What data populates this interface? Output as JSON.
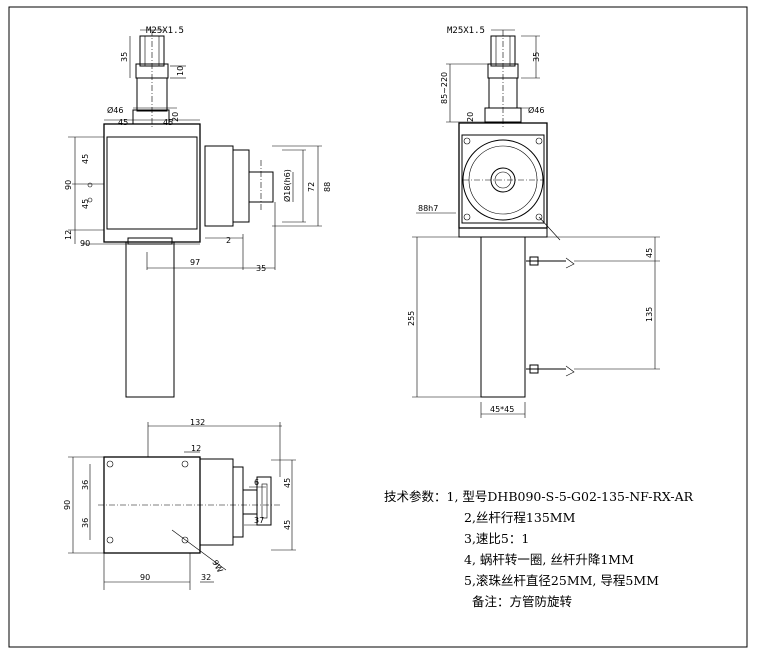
{
  "drawing": {
    "top_left_view": {
      "thread": "M25X1.5",
      "dims": [
        "35",
        "10",
        "Ø46",
        "45",
        "45",
        "20",
        "90",
        "45",
        "45",
        "12",
        "90",
        "Ø18(h6)",
        "72",
        "88",
        "2",
        "97",
        "35"
      ]
    },
    "top_right_view": {
      "thread": "M25X1.5",
      "dims": [
        "85~220",
        "35",
        "20",
        "Ø46",
        "88h7",
        "45",
        "135",
        "255",
        "45*45"
      ]
    },
    "bottom_view": {
      "dims": [
        "132",
        "12",
        "90",
        "36",
        "36",
        "45",
        "45",
        "6",
        "37",
        "9W",
        "32",
        "90"
      ]
    }
  },
  "notes": {
    "heading": "技术参数：",
    "lines": [
      "1, 型号DHB090-S-5-G02-135-NF-RX-AR",
      "2,丝杆行程135MM",
      "3,速比5：1",
      "4, 蜗杆转一圈, 丝杆升降1MM",
      "5,滚珠丝杆直径25MM, 导程5MM",
      "备注：方管防旋转"
    ]
  }
}
